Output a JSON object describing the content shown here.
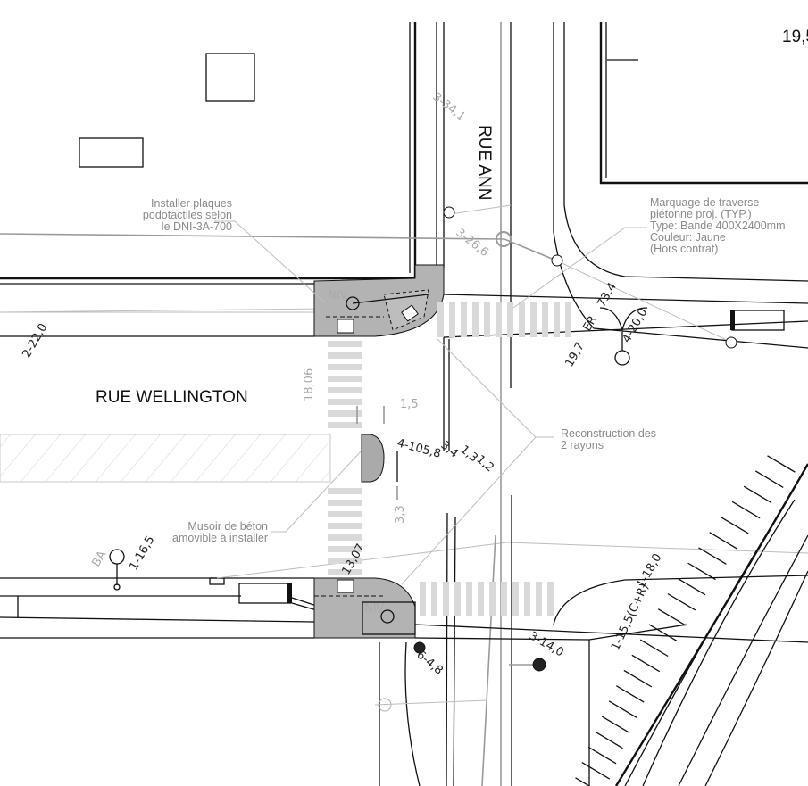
{
  "sheet_ref": "19,5",
  "streets": {
    "north_south": "RUE ANN",
    "east_west": "RUE WELLINGTON"
  },
  "notes": {
    "tactile": [
      "Installer plaques",
      "podotactiles selon",
      "le DNI-3A-700"
    ],
    "crosswalk": [
      "Marquage de traverse",
      "piétonne proj. (TYP.)",
      "Type: Bande 400X2400mm",
      "Couleur: Jaune",
      "(Hors contrat)"
    ],
    "radii": [
      "Reconstruction des",
      "2 rayons"
    ],
    "island": [
      "Musoir de béton",
      "amovible à installer"
    ]
  },
  "labels": {
    "niv": "NIV",
    "ba": "BA",
    "d_2_22": "2-22,0",
    "d_3_34": "3-34,1",
    "d_3_26": "3-26,6",
    "d_19_7": "19,7",
    "d_er": "ER",
    "d_73_4": "73,4",
    "d_4_20": "4-20,0",
    "d_1_5": "1,5",
    "d_4_105": "4-105,8",
    "d_3_4": "3,4",
    "d_1_3": "1,3",
    "d_1_2": "1,2",
    "d_3_3": "3,3",
    "d_18_06": "18,06",
    "d_13_07": "13,07",
    "d_1_16": "1-16,5",
    "d_1_18": "1-18,0",
    "d_1_15": "1-15,5(C+R)",
    "d_3_14": "3-14,0",
    "d_6_4": "6-4,8"
  },
  "colors": {
    "line": "#111111",
    "existing": "#9a9a9a",
    "sidewalk_fill": "#b3b3b3",
    "crosswalk": "#d9d9d9"
  }
}
